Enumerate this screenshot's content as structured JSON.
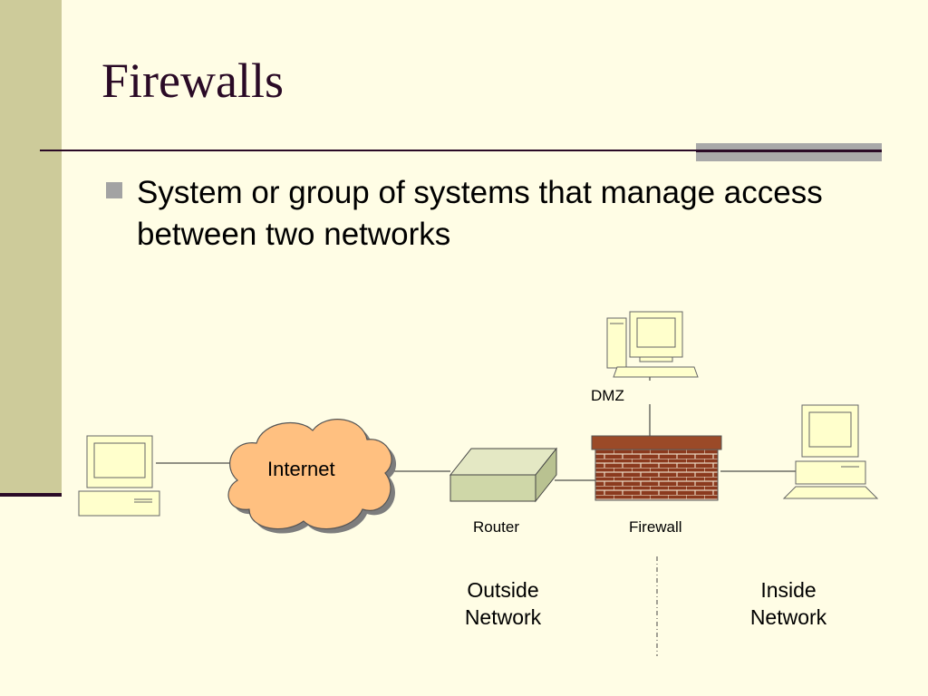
{
  "slide": {
    "title": "Firewalls",
    "bullets": [
      "System or group of systems that manage access between two networks"
    ]
  },
  "diagram": {
    "labels": {
      "dmz": "DMZ",
      "internet": "Internet",
      "router": "Router",
      "firewall": "Firewall",
      "outside_line1": "Outside",
      "outside_line2": "Network",
      "inside_line1": "Inside",
      "inside_line2": "Network"
    },
    "icons": [
      "desktop-computer-icon",
      "internet-cloud-icon",
      "router-icon",
      "brick-firewall-icon",
      "workstation-computer-icon"
    ]
  },
  "colors": {
    "background": "#fffde5",
    "sidebar": "#cdcb9a",
    "accent": "#2a0a26",
    "computer": "#ffffcc",
    "cloud": "#ffc080",
    "router": "#cfd7a8",
    "brick": "#8b3a1e"
  }
}
